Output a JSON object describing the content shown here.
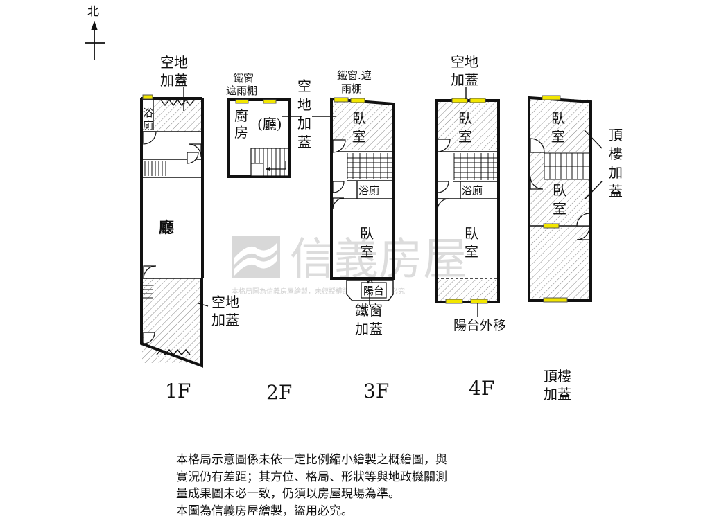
{
  "compass": {
    "label": "北"
  },
  "watermark": {
    "brand": "信義房屋",
    "fine_print": "本格局圖為信義房屋繪製，未經授權請勿盜用，違者必究"
  },
  "floors": {
    "f1": {
      "floor_label": "1F",
      "top_addition": [
        "空地",
        "加蓋"
      ],
      "bath": [
        "浴",
        "廁"
      ],
      "living": "廳",
      "rear_addition": [
        "空地",
        "加蓋"
      ]
    },
    "f2": {
      "floor_label": "2F",
      "awning": [
        "鐵窗",
        "遮雨棚"
      ],
      "kitchen": [
        "廚",
        "房"
      ],
      "hall": "(廳)",
      "side_addition": [
        "空",
        "地",
        "加",
        "蓋"
      ]
    },
    "f3": {
      "floor_label": "3F",
      "awning": [
        "鐵窗.遮",
        "雨棚"
      ],
      "bed_top": [
        "臥",
        "室"
      ],
      "bath": "浴廁",
      "bed_bottom": [
        "臥",
        "室"
      ],
      "balcony": "陽台",
      "iron_window": [
        "鐵窗",
        "加蓋"
      ]
    },
    "f4": {
      "floor_label": "4F",
      "top_addition": [
        "空地",
        "加蓋"
      ],
      "bed_top": [
        "臥",
        "室"
      ],
      "bath": "浴廁",
      "bed_bottom": [
        "臥",
        "室"
      ],
      "balcony_moved": "陽台外移"
    },
    "roof": {
      "floor_label": [
        "頂樓",
        "加蓋"
      ],
      "bed_top": [
        "臥",
        "室"
      ],
      "bed_mid": [
        "臥",
        "室"
      ],
      "roof_addition": [
        "頂",
        "樓",
        "加",
        "蓋"
      ]
    }
  },
  "disclaimer": [
    "本格局示意圖係未依一定比例縮小繪製之概繪圖，與",
    "實況仍有差距；其方位、格局、形狀等與地政機關測",
    "量成果圖未必一致，仍須以房屋現場為準。",
    "本圖為信義房屋繪製，盜用必究。"
  ]
}
